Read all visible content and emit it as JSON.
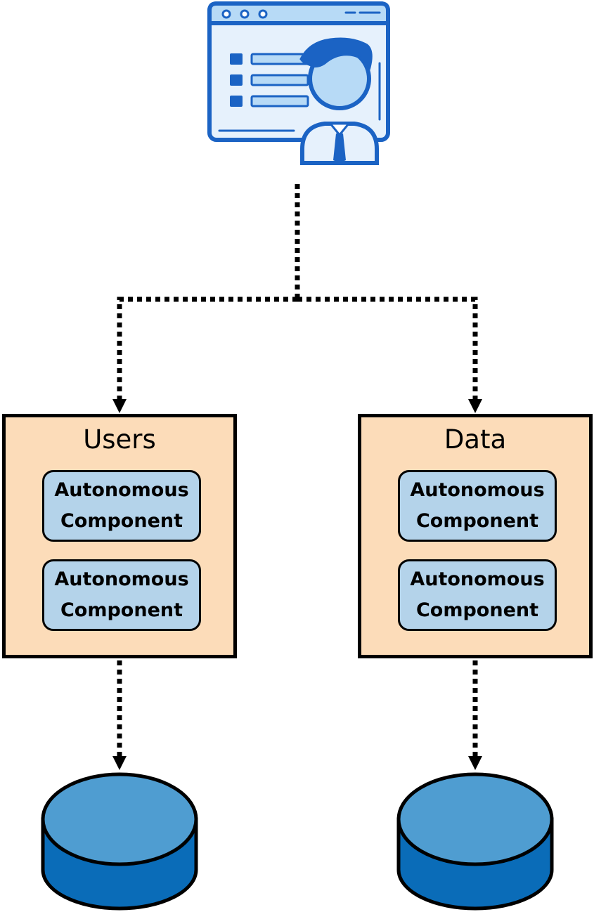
{
  "diagram": {
    "client": {
      "icon": "user-presenting-web-browser-icon"
    },
    "services": [
      {
        "title": "Users",
        "components": [
          {
            "line1": "Autonomous",
            "line2": "Component"
          },
          {
            "line1": "Autonomous",
            "line2": "Component"
          }
        ],
        "database_icon": "database-cylinder-icon"
      },
      {
        "title": "Data",
        "components": [
          {
            "line1": "Autonomous",
            "line2": "Component"
          },
          {
            "line1": "Autonomous",
            "line2": "Component"
          }
        ],
        "database_icon": "database-cylinder-icon"
      }
    ],
    "connector_style": "dotted-arrow"
  },
  "colors": {
    "service_fill": "#fcdcb9",
    "component_fill": "#b4d3ea",
    "database_top": "#4f9dd1",
    "database_body": "#0a6cb8",
    "icon_blue": "#1b63c4",
    "icon_light": "#e6f1fc",
    "icon_mid": "#b7daf6"
  }
}
